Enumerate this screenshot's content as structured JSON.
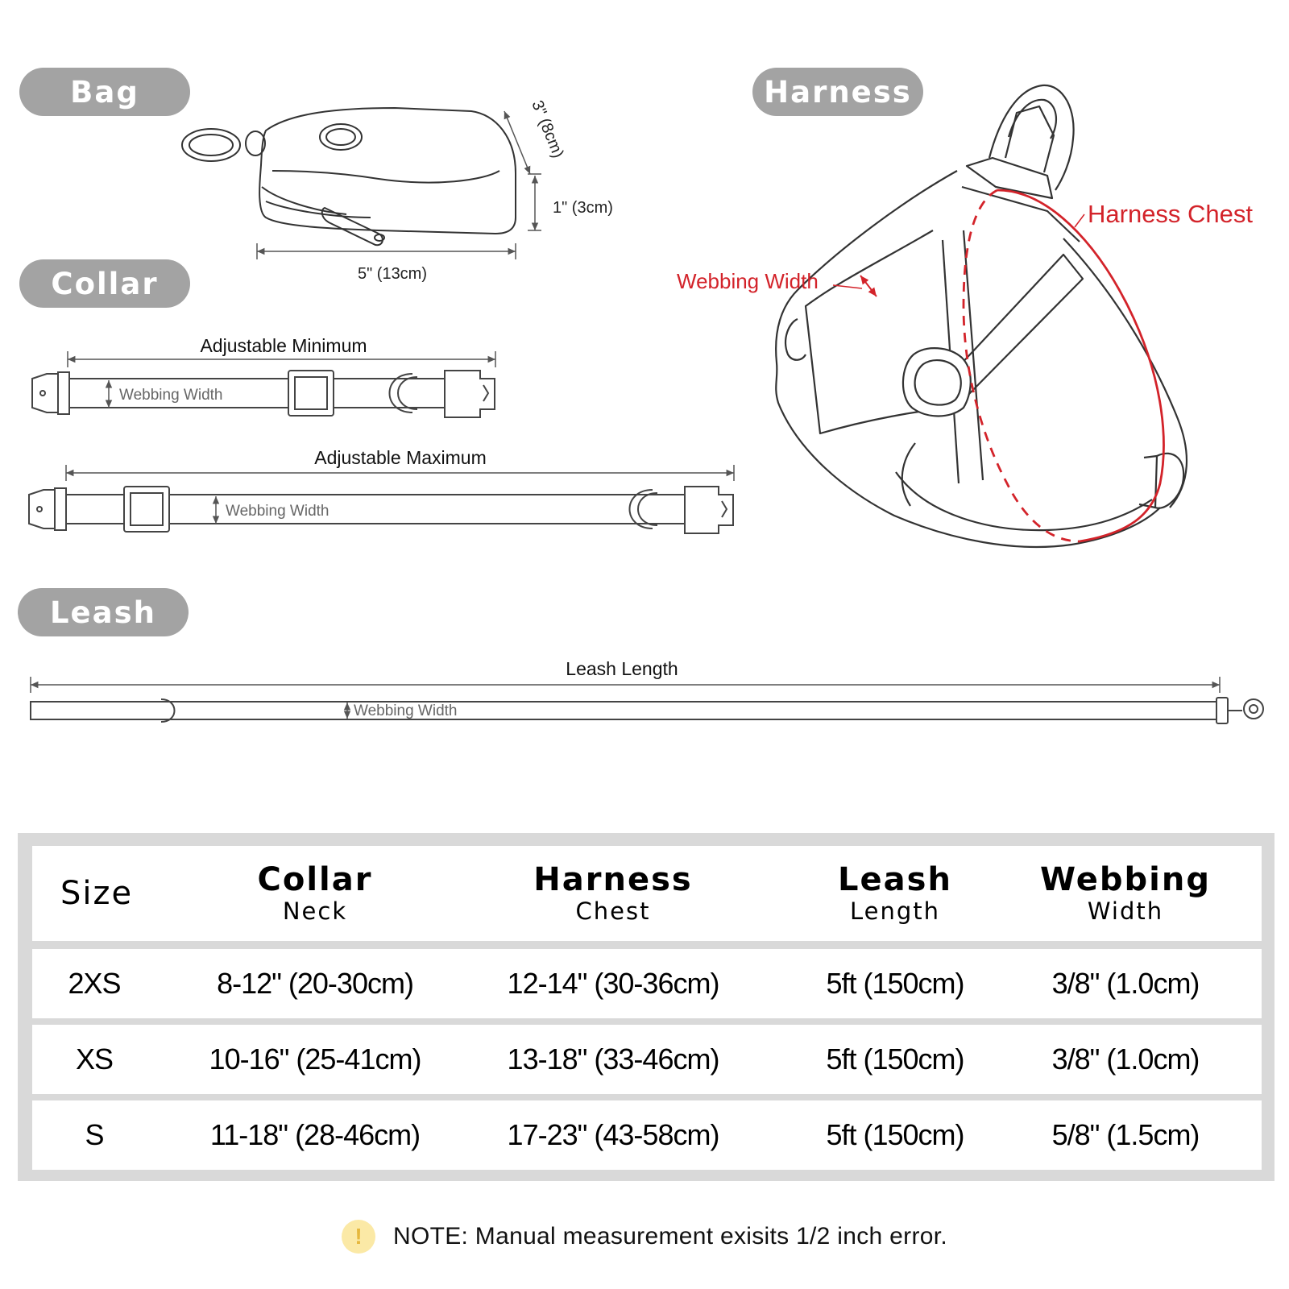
{
  "sections": {
    "bag": "Bag",
    "harness": "Harness",
    "collar": "Collar",
    "leash": "Leash"
  },
  "bag_dims": {
    "height": "3\" (8cm)",
    "depth": "1\" (3cm)",
    "width": "5\"  (13cm)"
  },
  "collar_labels": {
    "adjustable_min": "Adjustable Minimum",
    "adjustable_max": "Adjustable Maximum",
    "webbing_width": "Webbing Width"
  },
  "harness_labels": {
    "harness_chest": "Harness Chest",
    "webbing_width": "Webbing Width"
  },
  "leash_labels": {
    "leash_length": "Leash Length",
    "webbing_width": "Webbing Width"
  },
  "colors": {
    "pill_gray": "#a3a3a3",
    "accent_red": "#d3232a",
    "line_gray": "#555555",
    "table_frame": "#d9d9d9"
  },
  "size_table": {
    "size_header": "Size",
    "headers": [
      {
        "main": "Collar",
        "sub": "Neck"
      },
      {
        "main": "Harness",
        "sub": "Chest"
      },
      {
        "main": "Leash",
        "sub": "Length"
      },
      {
        "main": "Webbing",
        "sub": "Width"
      }
    ],
    "rows": [
      {
        "size": "2XS",
        "collar": "8-12\" (20-30cm)",
        "harness": "12-14\" (30-36cm)",
        "leash": "5ft (150cm)",
        "webbing": "3/8\" (1.0cm)"
      },
      {
        "size": "XS",
        "collar": "10-16\" (25-41cm)",
        "harness": "13-18\" (33-46cm)",
        "leash": "5ft (150cm)",
        "webbing": "3/8\" (1.0cm)"
      },
      {
        "size": "S",
        "collar": "11-18\" (28-46cm)",
        "harness": "17-23\" (43-58cm)",
        "leash": "5ft (150cm)",
        "webbing": "5/8\" (1.5cm)"
      }
    ]
  },
  "note": {
    "icon": "!",
    "text": "NOTE: Manual measurement exisits 1/2  inch error."
  }
}
